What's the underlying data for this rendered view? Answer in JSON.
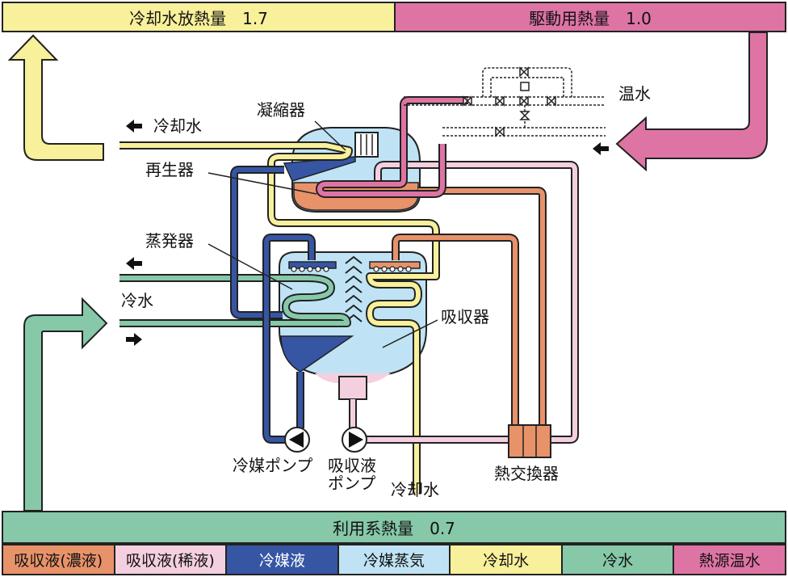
{
  "top_bar": {
    "left": "冷却水放熱量　1.7",
    "right": "駆動用熱量　1.0"
  },
  "bottom_bar": "利用系熱量　0.7",
  "labels": {
    "condenser": "凝縮器",
    "regenerator": "再生器",
    "evaporator": "蒸発器",
    "absorber": "吸収器",
    "cooling_water_out": "冷却水",
    "cold_water": "冷水",
    "hot_water": "温水",
    "refrigerant_pump": "冷媒ポンプ",
    "absorbent_pump_line1": "吸収液",
    "absorbent_pump_line2": "ポンプ",
    "cooling_water_in": "冷却水",
    "heat_exchanger": "熱交換器"
  },
  "legend": [
    {
      "label": "吸収液(濃液)",
      "color": "#e8926a",
      "text_color": "#111111"
    },
    {
      "label": "吸収液(稀液)",
      "color": "#f4cfe0",
      "text_color": "#111111"
    },
    {
      "label": "冷媒液",
      "color": "#3656a4",
      "text_color": "#ffffff"
    },
    {
      "label": "冷媒蒸気",
      "color": "#bfe3f4",
      "text_color": "#111111"
    },
    {
      "label": "冷却水",
      "color": "#f8f09a",
      "text_color": "#111111"
    },
    {
      "label": "冷水",
      "color": "#86c8a8",
      "text_color": "#111111"
    },
    {
      "label": "熱源温水",
      "color": "#de74a4",
      "text_color": "#111111"
    }
  ],
  "colors": {
    "top_left_bar": "#f8f09a",
    "top_right_bar": "#de74a4",
    "bottom_bar": "#86c8a8"
  }
}
